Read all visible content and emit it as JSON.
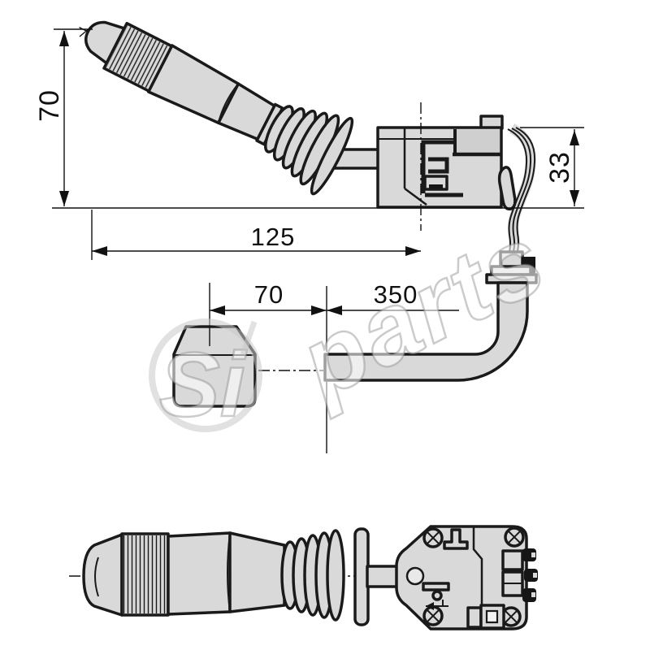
{
  "colors": {
    "background": "#ffffff",
    "part_fill": "#d9d9d9",
    "part_fill_shaded": "#cfcfcf",
    "outline": "#1a1a1a",
    "dimension_text": "#111111",
    "watermark_gray": "#c9c9c9"
  },
  "dimensions": {
    "lever_height": "70",
    "assembly_length": "125",
    "body_height": "33",
    "knob_length": "70",
    "tube_length": "350"
  },
  "watermark": {
    "circle_text": "Si",
    "text": "parts"
  }
}
